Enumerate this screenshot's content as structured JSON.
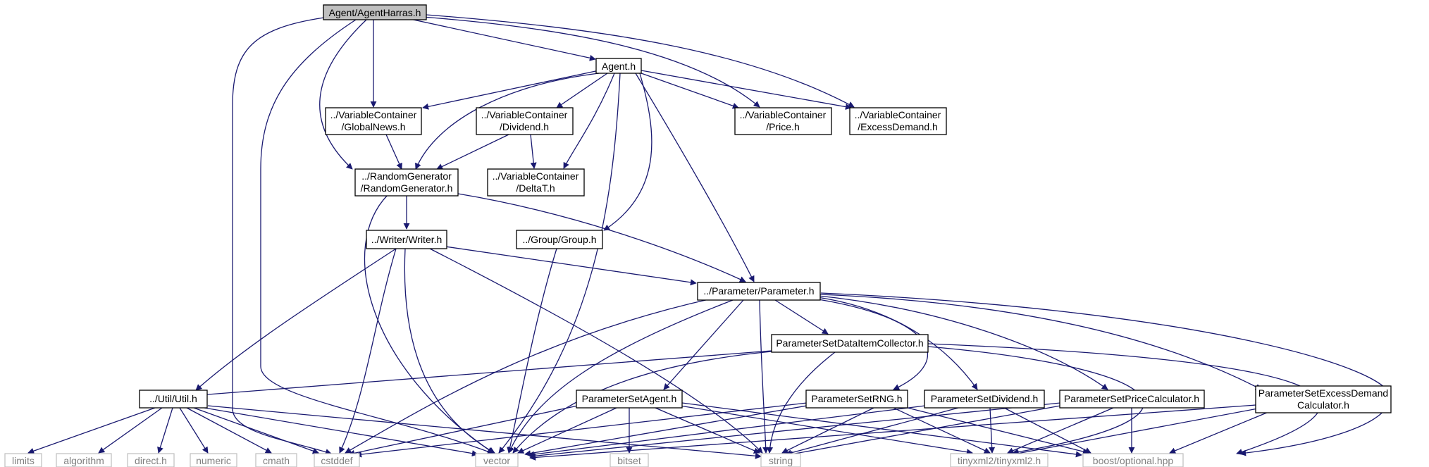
{
  "diagram": {
    "type": "include-dependency-graph",
    "edge_color": "#191970",
    "root_fill": "#bfbfbf",
    "system_header_stroke": "#bfbfbf",
    "nodes": {
      "agent_harras": "Agent/AgentHarras.h",
      "agent": "Agent.h",
      "global_news": [
        "../VariableContainer",
        "/GlobalNews.h"
      ],
      "dividend": [
        "../VariableContainer",
        "/Dividend.h"
      ],
      "price": [
        "../VariableContainer",
        "/Price.h"
      ],
      "excess_demand": [
        "../VariableContainer",
        "/ExcessDemand.h"
      ],
      "random_generator": [
        "../RandomGenerator",
        "/RandomGenerator.h"
      ],
      "delta_t": [
        "../VariableContainer",
        "/DeltaT.h"
      ],
      "writer": "../Writer/Writer.h",
      "group": "../Group/Group.h",
      "parameter": "../Parameter/Parameter.h",
      "ps_data_item_collector": "ParameterSetDataItemCollector.h",
      "util": "../Util/Util.h",
      "ps_agent": "ParameterSetAgent.h",
      "ps_rng": "ParameterSetRNG.h",
      "ps_dividend": "ParameterSetDividend.h",
      "ps_price_calculator": "ParameterSetPriceCalculator.h",
      "ps_excess_demand_calculator": [
        "ParameterSetExcessDemand",
        "Calculator.h"
      ],
      "limits": "limits",
      "algorithm": "algorithm",
      "direct": "direct.h",
      "numeric": "numeric",
      "cmath": "cmath",
      "cstddef": "cstddef",
      "vector": "vector",
      "bitset": "bitset",
      "string": "string",
      "tinyxml2": "tinyxml2/tinyxml2.h",
      "boost_optional": "boost/optional.hpp"
    }
  }
}
